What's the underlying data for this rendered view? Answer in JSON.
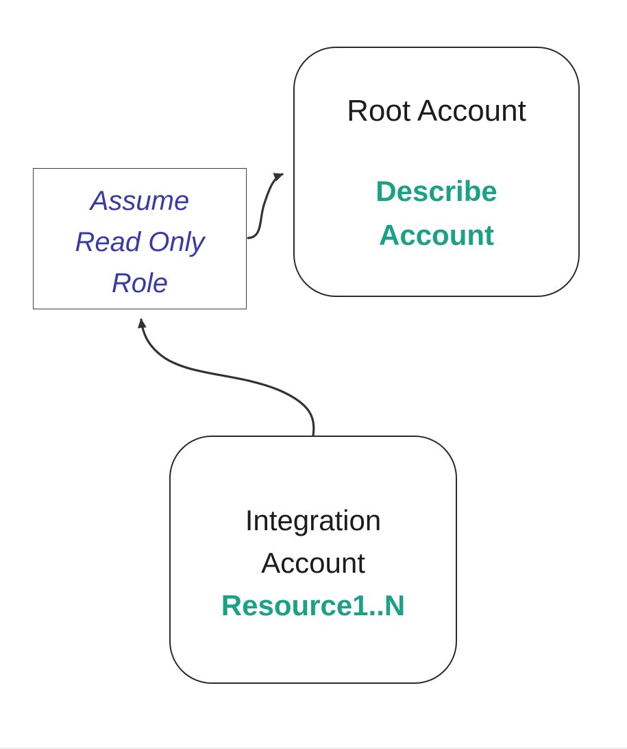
{
  "page": {
    "background": "#ffffff"
  },
  "colors": {
    "teal": "#1aa186",
    "blue": "#3a3aa6",
    "line": "#333333",
    "ink": "#1c1c1c"
  },
  "nodes": {
    "root": {
      "title": "Root Account",
      "action": [
        "Describe",
        "Account"
      ]
    },
    "assume": {
      "lines": [
        "Assume",
        "Read Only",
        "Role"
      ]
    },
    "integration": {
      "title": [
        "Integration",
        "Account"
      ],
      "resource": "Resource1..N"
    }
  },
  "edges": [
    {
      "from": "assume-read-only-role",
      "to": "root-account"
    },
    {
      "from": "integration-account",
      "to": "assume-read-only-role"
    }
  ]
}
